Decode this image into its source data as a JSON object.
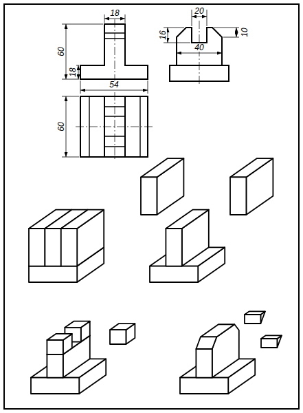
{
  "diagram": {
    "labels": [
      "18",
      "20",
      "60",
      "16",
      "10",
      "18",
      "40",
      "54",
      "60"
    ]
  }
}
